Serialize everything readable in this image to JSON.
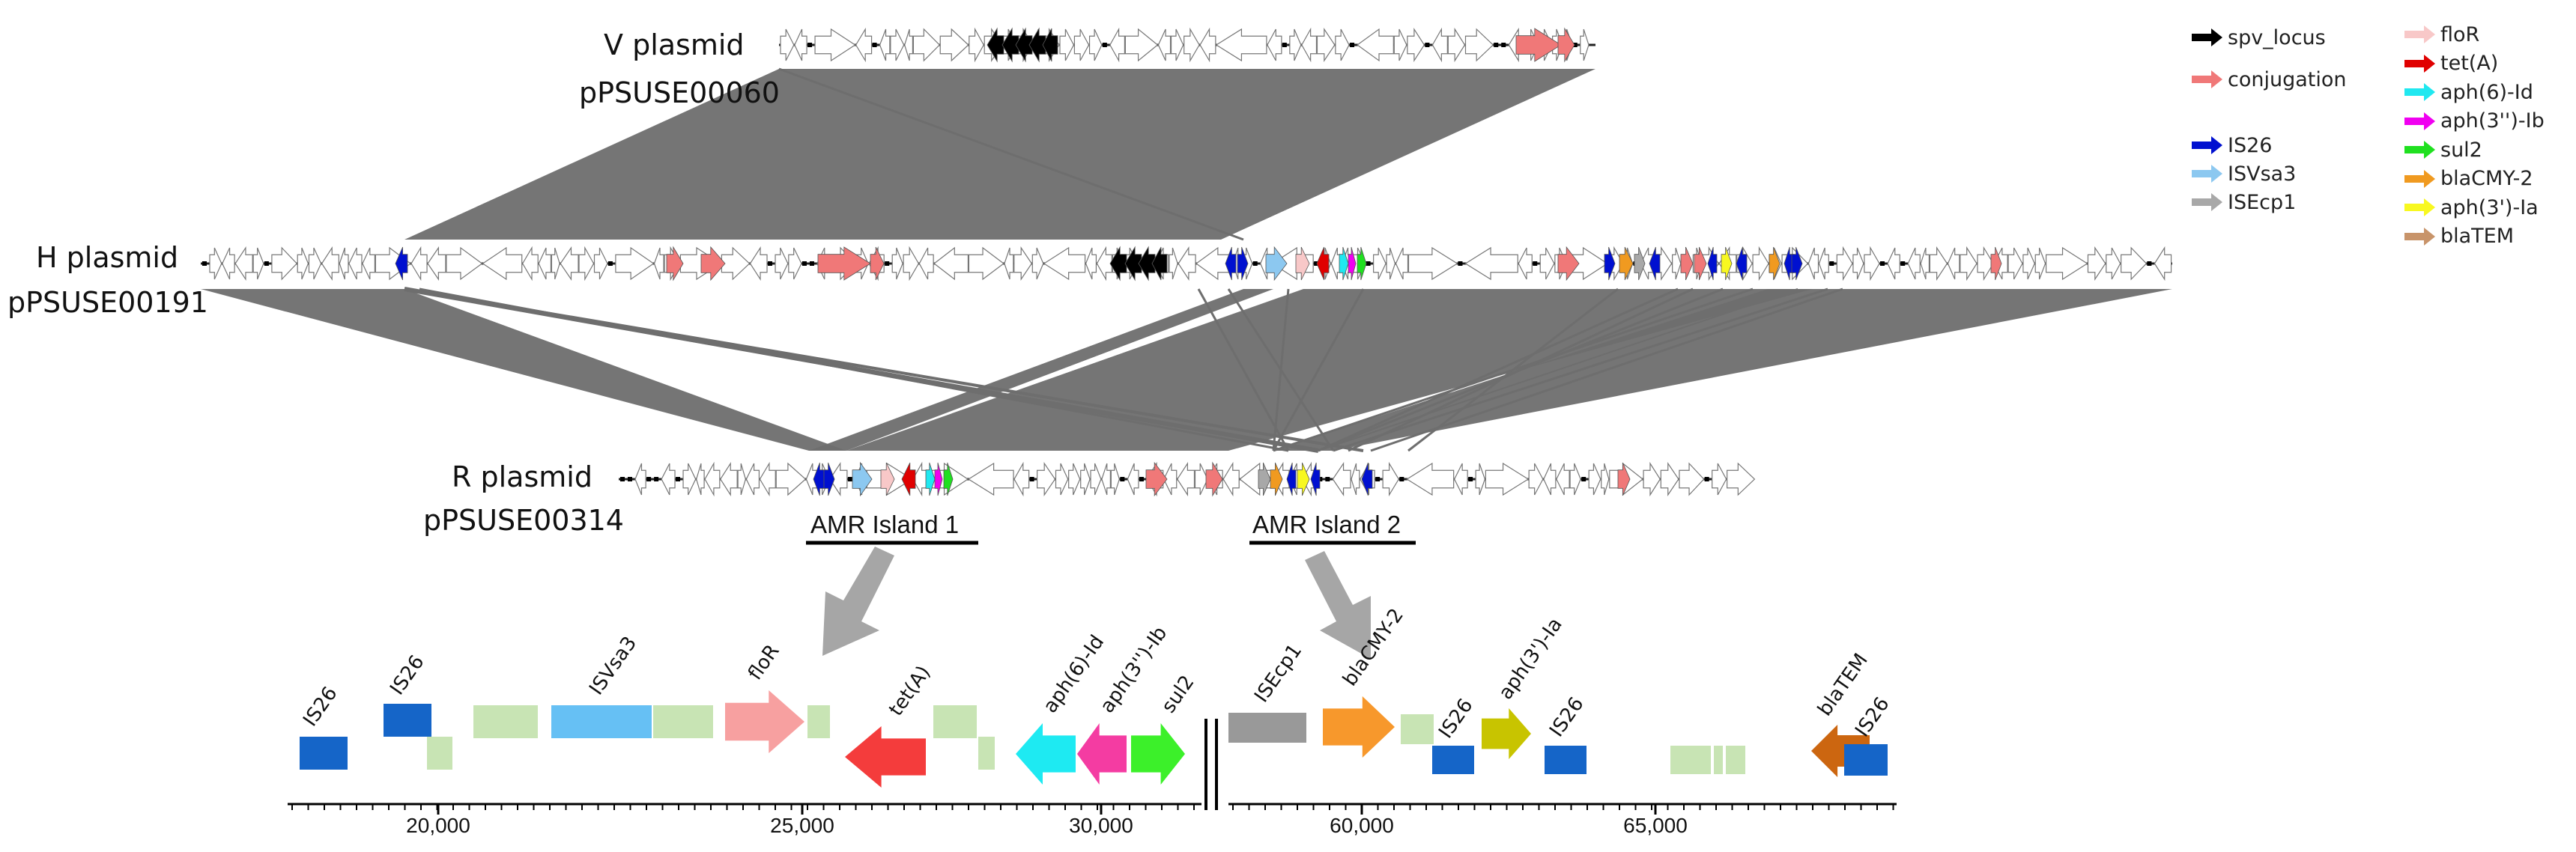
{
  "plasmids": [
    {
      "type_label": "V plasmid",
      "id_label": "pPSUSE00060"
    },
    {
      "type_label": "H plasmid",
      "id_label": "pPSUSE00191"
    },
    {
      "type_label": "R plasmid",
      "id_label": "pPSUSE00314"
    }
  ],
  "islands": [
    {
      "label": "AMR Island 1"
    },
    {
      "label": "AMR Island 2"
    }
  ],
  "legend": {
    "left": [
      {
        "label": "spv_locus",
        "color": "#000000"
      },
      {
        "label": "conjugation",
        "color": "#f07878"
      },
      {
        "label": "IS26",
        "color": "#0010d0"
      },
      {
        "label": "ISVsa3",
        "color": "#8cc8f0"
      },
      {
        "label": "ISEcp1",
        "color": "#a8a8a8"
      }
    ],
    "right": [
      {
        "label": "floR",
        "color": "#f8c8c8"
      },
      {
        "label": "tet(A)",
        "color": "#e00000"
      },
      {
        "label": "aph(6)-Id",
        "color": "#20e8f0"
      },
      {
        "label": "aph(3'')-Ib",
        "color": "#f000f0"
      },
      {
        "label": "sul2",
        "color": "#20e020"
      },
      {
        "label": "blaCMY-2",
        "color": "#f09a20"
      },
      {
        "label": "aph(3')-Ia",
        "color": "#f8f820"
      },
      {
        "label": "blaTEM",
        "color": "#c8946a"
      }
    ]
  },
  "gene_labels": {
    "island1": [
      "IS26",
      "IS26",
      "ISVsa3",
      "floR",
      "tet(A)",
      "aph(6)-Id",
      "aph(3'')-Ib",
      "sul2"
    ],
    "island2": [
      "ISEcp1",
      "blaCMY-2",
      "IS26",
      "aph(3')-Ia",
      "IS26",
      "blaTEM",
      "IS26"
    ]
  },
  "axis1_ticks": [
    "20,000",
    "25,000",
    "30,000"
  ],
  "axis2_ticks": [
    "60,000",
    "65,000"
  ],
  "colors": {
    "homology": "#6e6e6e",
    "is26": "#1565c8",
    "isvsa3": "#66c0f4",
    "hypothetical": "#c8e4b4",
    "floR": "#f7a0a0",
    "tetA": "#f43c3c",
    "aph6": "#1eeaf2",
    "aph3b": "#f43ca2",
    "sul2": "#3cf02a",
    "isecp1": "#999999",
    "blaCMY": "#f7982c",
    "aph3a": "#c8c400",
    "blaTEM": "#cc6610"
  }
}
